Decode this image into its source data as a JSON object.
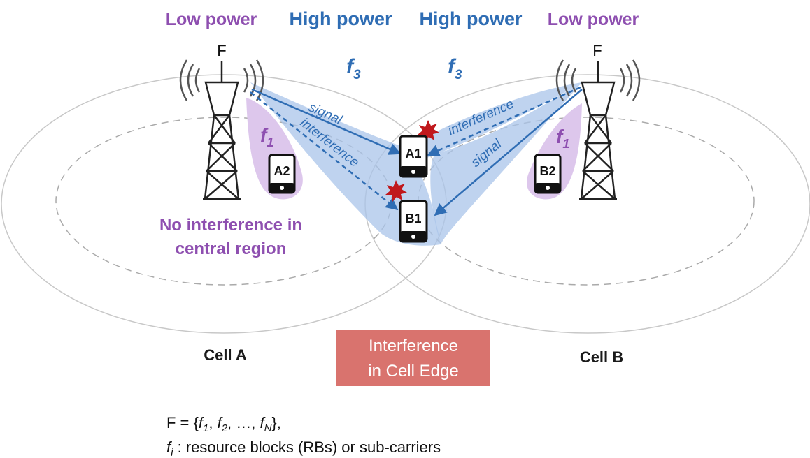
{
  "labels": {
    "low_power_left": "Low power",
    "high_power_left": "High power",
    "high_power_right": "High power",
    "low_power_right": "Low power",
    "f_left": "F",
    "f_right": "F",
    "f3_left_base": "f",
    "f3_left_sub": "3",
    "f3_right_base": "f",
    "f3_right_sub": "3",
    "f1_left_base": "f",
    "f1_left_sub": "1",
    "f1_right_base": "f",
    "f1_right_sub": "1",
    "signal_left": "signal",
    "interference_left": "interference",
    "interference_right": "interference",
    "signal_right": "signal",
    "no_interference_line1": "No interference in",
    "no_interference_line2": "central region",
    "cell_a": "Cell A",
    "cell_b": "Cell B",
    "edge_line1": "Interference",
    "edge_line2": "in Cell Edge"
  },
  "devices": {
    "a1": "A1",
    "b1": "B1",
    "a2": "A2",
    "b2": "B2"
  },
  "footer": {
    "line1_prefix": "F = {",
    "f1": "f",
    "f1_sub": "1",
    "sep1": ", ",
    "f2": "f",
    "f2_sub": "2",
    "ellipsis": ", …, ",
    "fn": "f",
    "fn_sub": "N",
    "line1_suffix": "},",
    "fi": "f",
    "fi_sub": "i",
    "line2_text": " : resource blocks (RBs) or sub-carriers"
  },
  "colors": {
    "purple": "#8e4fb0",
    "blue": "#2f6db4",
    "beam": "#a9c4ea",
    "lavender": "#ddc7ec",
    "edge_box": "#d9736e",
    "spark": "#c0181c"
  }
}
